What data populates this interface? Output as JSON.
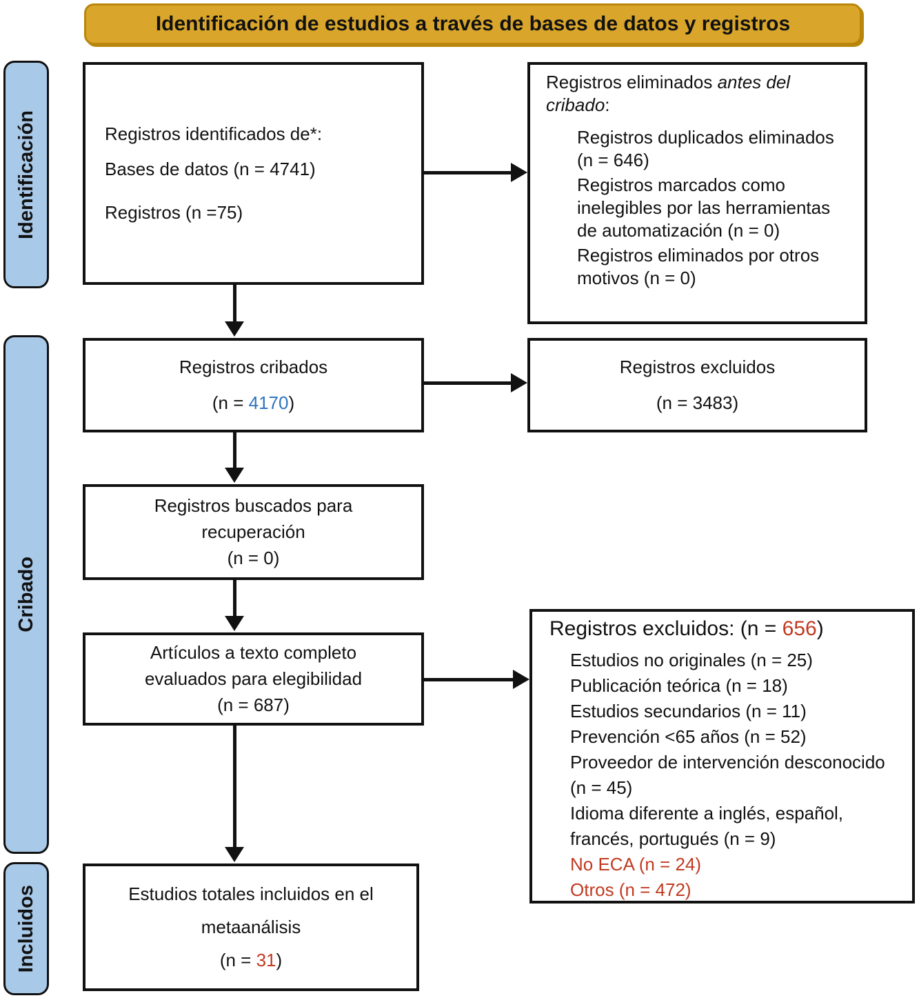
{
  "title": "Identificación de estudios a través de bases de datos y registros",
  "sidebar": {
    "identification": "Identificación",
    "screening": "Cribado",
    "included": "Incluidos"
  },
  "boxes": {
    "identified": {
      "line1": "Registros identificados de*:",
      "line2": "Bases de datos (n = 4741)",
      "line3": "Registros (n =75)"
    },
    "removed_before": {
      "heading_plain": "Registros eliminados ",
      "heading_italic": "antes del cribado",
      "heading_colon": ":",
      "items": [
        "Registros duplicados eliminados (n = 646)",
        "Registros marcados como inelegibles por las herramientas de automatización (n = 0)",
        "Registros eliminados por otros motivos (n = 0)"
      ]
    },
    "screened": {
      "line1": "Registros cribados",
      "n_prefix": "(n = ",
      "n_value": "4170",
      "n_suffix": ")"
    },
    "excluded": {
      "line1": "Registros excluidos",
      "line2": "(n = 3483)"
    },
    "sought": {
      "line1": "Registros buscados para",
      "line2": "recuperación",
      "line3": "(n = 0)"
    },
    "assessed": {
      "line1": "Artículos a texto completo",
      "line2": "evaluados para elegibilidad",
      "line3": "(n = 687)"
    },
    "exclusion_reasons": {
      "heading_prefix": "Registros excluidos: (n = ",
      "heading_value": "656",
      "heading_suffix": ")",
      "items_black": [
        "Estudios no originales (n = 25)",
        "Publicación teórica (n = 18)",
        "Estudios secundarios (n = 11)",
        "Prevención <65 años (n = 52)",
        "Proveedor de intervención desconocido (n = 45)",
        "Idioma diferente a inglés, español, francés, portugués (n = 9)"
      ],
      "items_red": [
        "No ECA (n = 24)",
        "Otros (n = 472)"
      ]
    },
    "included_total": {
      "line1": "Estudios totales incluidos en el",
      "line2": "metaanálisis",
      "n_prefix": "(n = ",
      "n_value": "31",
      "n_suffix": ")"
    }
  },
  "colors": {
    "accent_blue": "#2E74C0",
    "accent_red": "#C13A21",
    "banner_fill": "#D9A62B",
    "banner_border": "#B8860B",
    "sidebar_fill": "#A9C9E9"
  }
}
